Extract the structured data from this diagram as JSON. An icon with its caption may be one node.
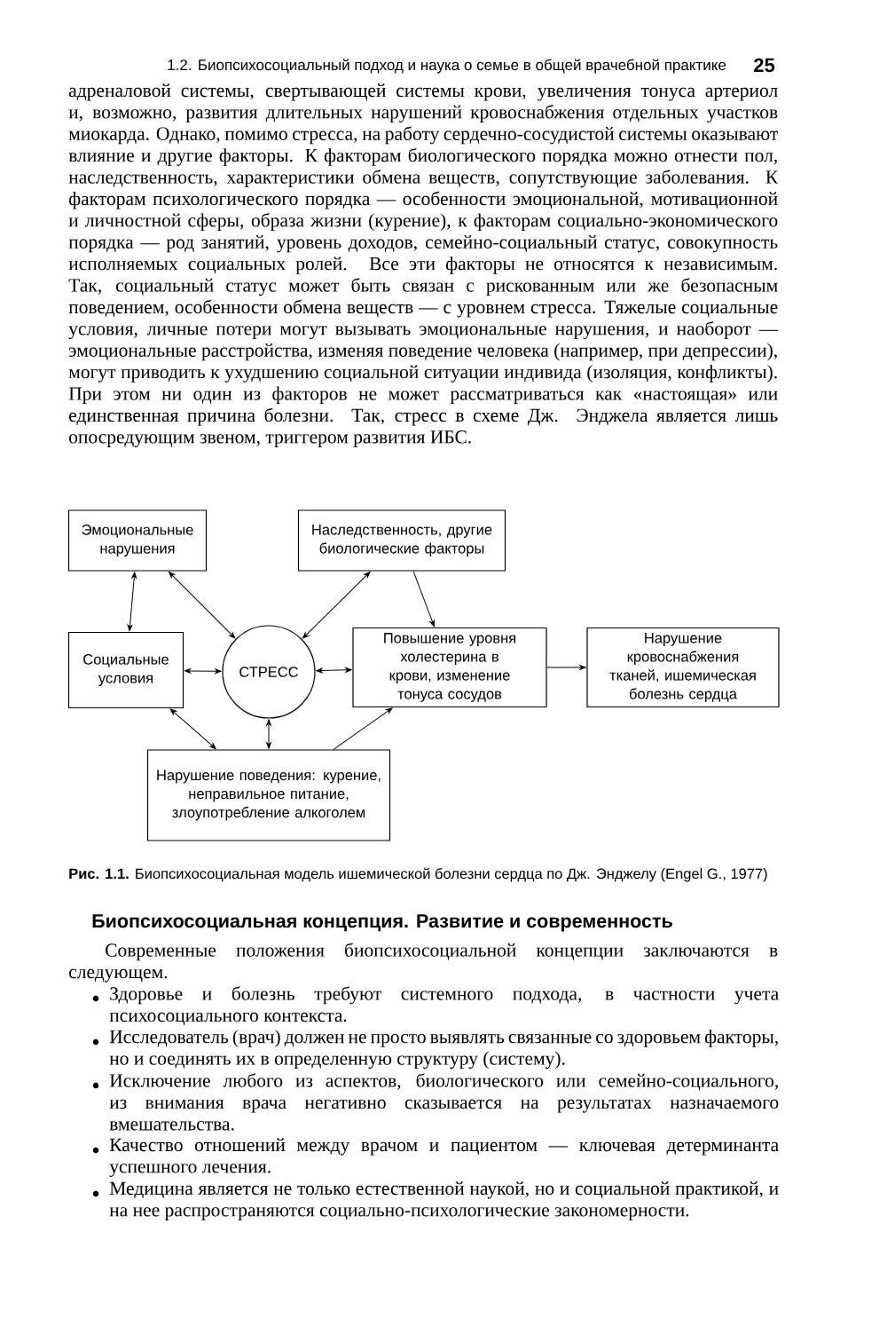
{
  "diagram": {
    "caption": "**Рис. 1.1.** Биопсихосоциальная модель ишемической болезни сердца по Дж. Энджелу (Engel G., 1977)",
    "nodes": [
      {
        "text": [
          "Эмоциональные нарушения"
        ]
      },
      {
        "text": [
          "Наследственность, другие биологические факторы"
        ]
      },
      {
        "text": [
          "Социальные условия"
        ]
      },
      {
        "text": [
          "СТРЕСС"
        ]
      },
      {
        "text": [
          "Повышение уровня холестерина в крови, изменение тонуса сосудов"
        ]
      },
      {
        "text": [
          "Нарушение кровоснабжения тканей, ишемическая болезнь сердца"
        ]
      },
      {
        "text": [
          "Нарушение поведения: курение, неправильное питание, злоупотребление алкоголем"
        ]
      }
    ],
    "edges": [
      {
        "from": 0,
        "to": 2,
        "arrow": "both"
      },
      {
        "from": 0,
        "to": 3,
        "arrow": "both"
      },
      {
        "from": 1,
        "to": 3,
        "arrow": "both"
      },
      {
        "from": 1,
        "to": 4,
        "arrow": "to"
      },
      {
        "from": 2,
        "to": 3,
        "arrow": "both"
      },
      {
        "from": 3,
        "to": 4,
        "arrow": "both"
      },
      {
        "from": 4,
        "to": 5,
        "arrow": "to"
      },
      {
        "from": 2,
        "to": 6,
        "arrow": "both"
      },
      {
        "from": 3,
        "to": 6,
        "arrow": "both"
      },
      {
        "from": 6,
        "to": 4,
        "arrow": "to"
      }
    ],
    "labels": [
      "1.2. Биопсихосоциальный подход и наука о семье в общей врачебной практике",
      "25",
      "адреналовой системы, свертывающей системы крови, увеличения тонуса артериол и, возможно, развития длительных нарушений кровоснабжения отдельных участков миокарда. Однако, помимо стресса, на работу сердечно-сосудистой системы оказывают влияние и другие факторы. К факторам биологического порядка можно отнести пол, наследственность, характеристики обмена веществ, сопутствующие заболевания. К факторам психологического порядка — особенности эмоциональной, мотивационной и личностной сферы, образа жизни (курение), к факторам социально-экономического порядка — род занятий, уровень доходов, семейно-социальный статус, совокупность исполняемых социальных ролей. Все эти факторы не относятся к независимым. Так, социальный статус может быть связан с рискованным или же безопасным поведением, особенности обмена веществ — с уровнем стресса. Тяжелые социальные условия, личные потери могут вызывать эмоциональные нарушения, и наоборот — эмоциональные расстройства, изменяя поведение человека (например, при депрессии), могут приводить к ухудшению социальной ситуации индивида (изоляция, конфликты). При этом ни один из факторов не может рассматриваться как «настоящая» или единственная причина болезни. Так, стресс в схеме Дж. Энджела является лишь опосредующим звеном, триггером развития ИБС.",
      "Биопсихосоциальная концепция. Развитие и современность",
      "Современные положения биопсихосоциальной концепции заключаются в следующем.",
      "Здоровье и болезнь требуют системного подхода, в частности учета психосоциального контекста.",
      "Исследователь (врач) должен не просто выявлять связанные со здоровьем факторы, но и соединять их в определенную структуру (систему).",
      "Исключение любого из аспектов, биологического или семейно-социального, из внимания врача негативно сказывается на результатах назначаемого вмешательства.",
      "Качество отношений между врачом и пациентом — ключевая детерминанта успешного лечения.",
      "Медицина является не только естественной наукой, но и социальной практикой, и на нее распространяются социально-психологические закономерности."
    ]
  }
}
